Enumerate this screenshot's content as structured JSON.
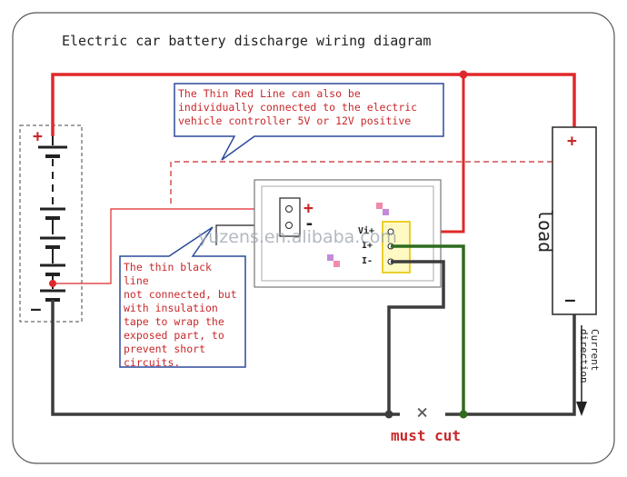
{
  "title": "Electric car battery discharge wiring diagram",
  "notes": {
    "top": "The Thin Red Line can also be\nindividually connected to the electric\nvehicle controller 5V or 12V positive",
    "bottom": "The thin black line\nnot connected, but\nwith insulation\ntape to wrap the\nexposed part, to\nprevent short\ncircuits."
  },
  "battery": {
    "plus": "+",
    "minus": "—"
  },
  "meter": {
    "power_plus": "+",
    "power_minus": "-",
    "terminals": [
      "Vi+",
      "I+",
      "I-"
    ]
  },
  "load": {
    "label": "load",
    "plus": "+",
    "minus": "—"
  },
  "current_direction": "Current\ndirection",
  "cut_mark": "×",
  "must_cut": "must cut",
  "watermark": "yuzens.en.alibaba.com",
  "colors": {
    "red_wire": "#e0282a",
    "black_wire": "#3c3c3c",
    "green_wire": "#2e6b1f",
    "callout_border": "#2b4a9b",
    "text_red": "#c8282a"
  }
}
